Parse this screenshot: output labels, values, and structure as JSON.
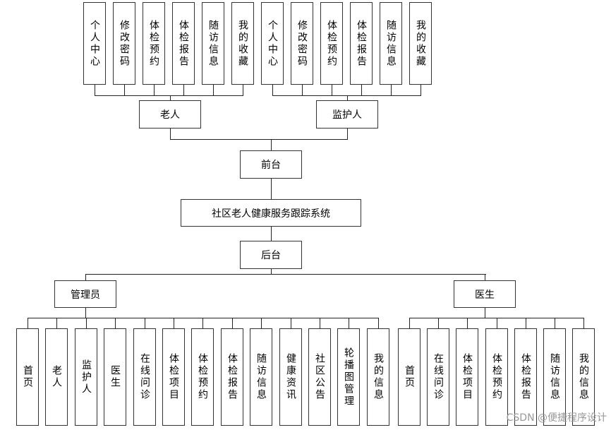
{
  "root": "社区老人健康服务跟踪系统",
  "front": {
    "label": "前台",
    "roles": [
      {
        "label": "老人",
        "items": [
          "个人中心",
          "修改密码",
          "体检预约",
          "体检报告",
          "随访信息",
          "我的收藏"
        ]
      },
      {
        "label": "监护人",
        "items": [
          "个人中心",
          "修改密码",
          "体检预约",
          "体检报告",
          "随访信息",
          "我的收藏"
        ]
      }
    ]
  },
  "back": {
    "label": "后台",
    "roles": [
      {
        "label": "管理员",
        "items": [
          "首页",
          "老人",
          "监护人",
          "医生",
          "在线问诊",
          "体检项目",
          "体检预约",
          "体检报告",
          "随访信息",
          "健康资讯",
          "社区公告",
          "轮播图管理",
          "我的信息"
        ]
      },
      {
        "label": "医生",
        "items": [
          "首页",
          "在线问诊",
          "体检项目",
          "体检预约",
          "体检报告",
          "随访信息",
          "我的信息"
        ]
      }
    ]
  },
  "watermark": "CSDN @便捷程序设计"
}
